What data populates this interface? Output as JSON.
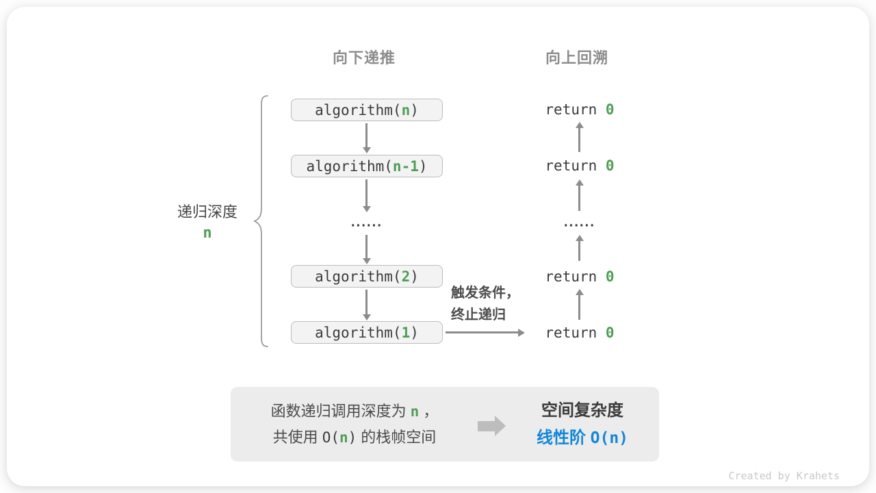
{
  "phase_headers": {
    "descend": "向下递推",
    "backtrack": "向上回溯"
  },
  "depth_label": {
    "text": "递归深度",
    "variable": "n"
  },
  "ellipsis": "······",
  "call_stack": [
    {
      "prefix": "algorithm(",
      "arg": "n",
      "suffix": ")"
    },
    {
      "prefix": "algorithm(",
      "arg": "n-1",
      "suffix": ")"
    },
    {
      "prefix": "algorithm(",
      "arg": "2",
      "suffix": ")"
    },
    {
      "prefix": "algorithm(",
      "arg": "1",
      "suffix": ")"
    }
  ],
  "returns": [
    {
      "keyword": "return",
      "value": "0"
    },
    {
      "keyword": "return",
      "value": "0"
    },
    {
      "keyword": "return",
      "value": "0"
    },
    {
      "keyword": "return",
      "value": "0"
    }
  ],
  "trigger_note": {
    "line1": "触发条件，",
    "line2": "终止递归"
  },
  "summary": {
    "line1": {
      "text_before": "函数递归调用深度为",
      "variable": "n",
      "text_after": "，"
    },
    "line2": {
      "text_before": "共使用",
      "big_o_open": "O(",
      "variable": "n",
      "big_o_close": ")",
      "text_after": "的栈帧空间"
    },
    "result": {
      "title": "空间复杂度",
      "label": "线性阶",
      "formula": "O(n)"
    }
  },
  "watermark": "Created by Krahets",
  "colors": {
    "accent_green": "#4f9e54",
    "accent_blue": "#1287d8",
    "muted_gray": "#8c8c8c",
    "box_fill": "#f3f3f3",
    "panel_fill": "#ececec"
  }
}
